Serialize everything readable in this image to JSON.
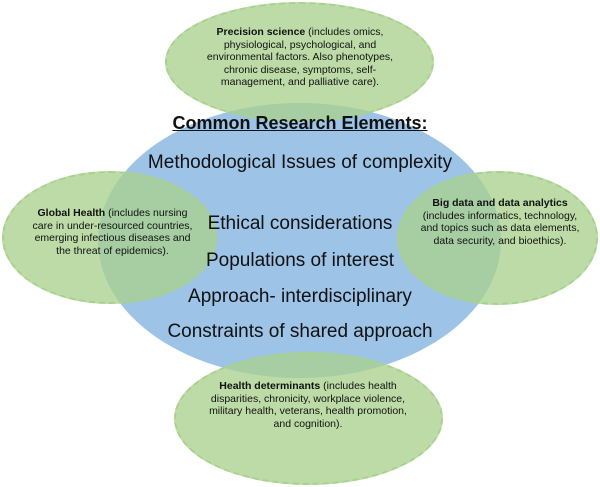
{
  "center": {
    "title": "Common Research Elements:",
    "items": [
      "Methodological Issues of complexity",
      "Ethical considerations",
      "Populations of interest",
      "Approach- interdisciplinary",
      "Constraints of shared approach"
    ]
  },
  "satellites": {
    "top": {
      "heading": "Precision science",
      "body": " (includes omics, physiological, psychological, and environmental factors. Also phenotypes, chronic disease, symptoms, self-management, and palliative care)."
    },
    "left": {
      "heading": "Global Health",
      "body": " (includes nursing care in under-resourced countries, emerging infectious diseases and the threat of epidemics)."
    },
    "right": {
      "heading": "Big data and data analytics",
      "body": " (includes informatics, technology, and topics such as data elements, data security, and bioethics)."
    },
    "bottom": {
      "heading": "Health determinants",
      "body": " (includes health disparities, chronicity, workplace violence, military health, veterans, health promotion, and cognition)."
    }
  },
  "colors": {
    "center_fill": "#9dc3e6",
    "satellite_fill": "#a9d18e",
    "text": "#111111"
  }
}
